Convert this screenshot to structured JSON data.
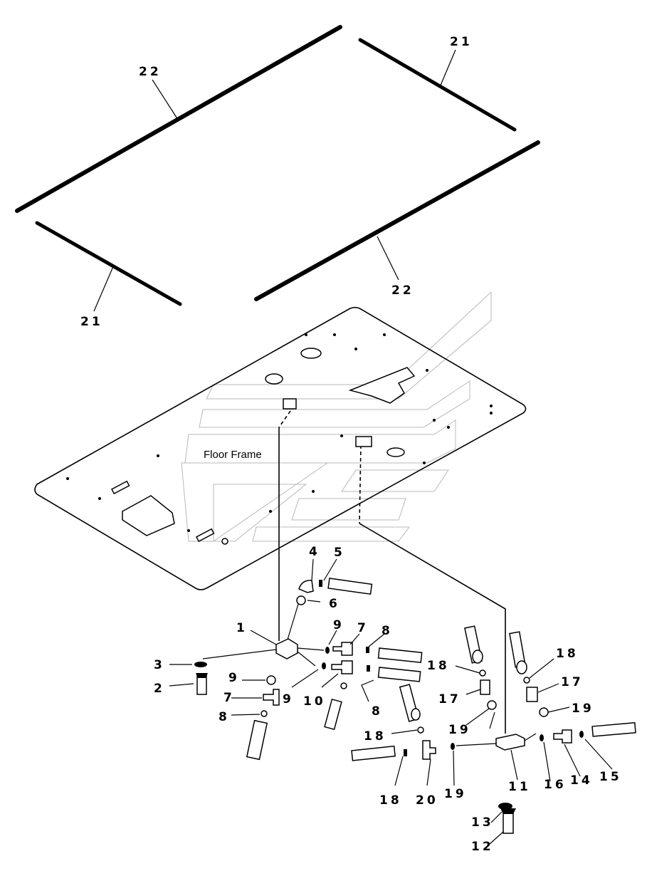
{
  "diagram": {
    "frame_label": "Floor Frame",
    "callouts": {
      "c1": "1",
      "c2": "2",
      "c3": "3",
      "c4": "4",
      "c5": "5",
      "c6": "6",
      "c7a": "7",
      "c7b": "7",
      "c8a": "8",
      "c8b": "8",
      "c8c": "8",
      "c9a": "9",
      "c9b": "9",
      "c9c": "9",
      "c10": "10",
      "c11": "11",
      "c12": "12",
      "c13": "13",
      "c14": "14",
      "c15": "15",
      "c16": "16",
      "c17a": "17",
      "c17b": "17",
      "c18a": "18",
      "c18b": "18",
      "c18c": "18",
      "c18d": "18",
      "c19a": "19",
      "c19b": "19",
      "c19c": "19",
      "c20": "20",
      "c21a": "21",
      "c21b": "21",
      "c22a": "22",
      "c22b": "22"
    }
  }
}
